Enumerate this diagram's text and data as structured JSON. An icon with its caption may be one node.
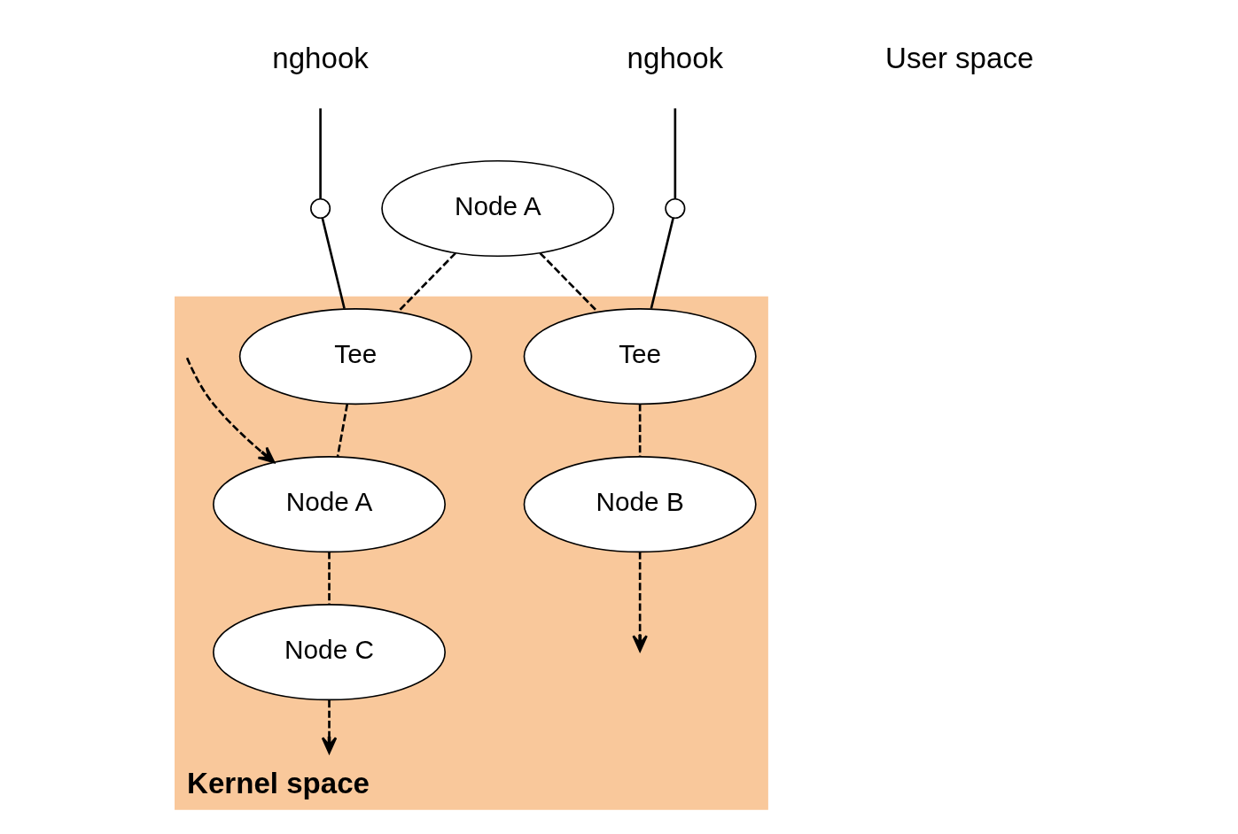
{
  "diagram": {
    "nodes": [
      {
        "text": [
          "nghook"
        ]
      },
      {
        "text": [
          "nghook"
        ]
      },
      {
        "text": [
          "Node A"
        ]
      },
      {
        "text": [
          "Kernel space"
        ]
      },
      {
        "text": [],
        "shape": "circle"
      },
      {
        "text": [],
        "shape": "circle"
      },
      {
        "text": [
          "Tee"
        ],
        "in": 3
      },
      {
        "text": [
          "Tee"
        ],
        "in": 3
      },
      {
        "text": [
          "Node B"
        ],
        "in": 3
      },
      {
        "text": [
          "Node A"
        ],
        "in": 3
      },
      {
        "text": [
          "Node C"
        ],
        "in": 3
      }
    ],
    "edges": [
      {
        "from": 0,
        "to": 4,
        "arrow": "none"
      },
      {
        "from": 4,
        "to": 7,
        "arrow": "none"
      },
      {
        "from": 1,
        "to": 5,
        "arrow": "none"
      },
      {
        "from": 5,
        "to": 6,
        "arrow": "none"
      },
      {
        "from": 2,
        "to": 7,
        "arrow": "none",
        "style": "dashed"
      },
      {
        "from": 2,
        "to": 6,
        "arrow": "none",
        "style": "dashed"
      },
      {
        "from": 7,
        "to": 9,
        "arrow": "none",
        "style": "dashed"
      },
      {
        "from": 6,
        "to": 8,
        "arrow": "none",
        "style": "dashed"
      },
      {
        "from": null,
        "to": 9,
        "arrow": "to",
        "style": "dashed"
      },
      {
        "from": 8,
        "to": null,
        "arrow": "to",
        "style": "dashed"
      },
      {
        "from": 9,
        "to": 10,
        "arrow": "none",
        "style": "dashed"
      },
      {
        "from": 10,
        "to": null,
        "arrow": "to",
        "style": "dashed"
      }
    ],
    "labels": [
      "User space"
    ]
  }
}
